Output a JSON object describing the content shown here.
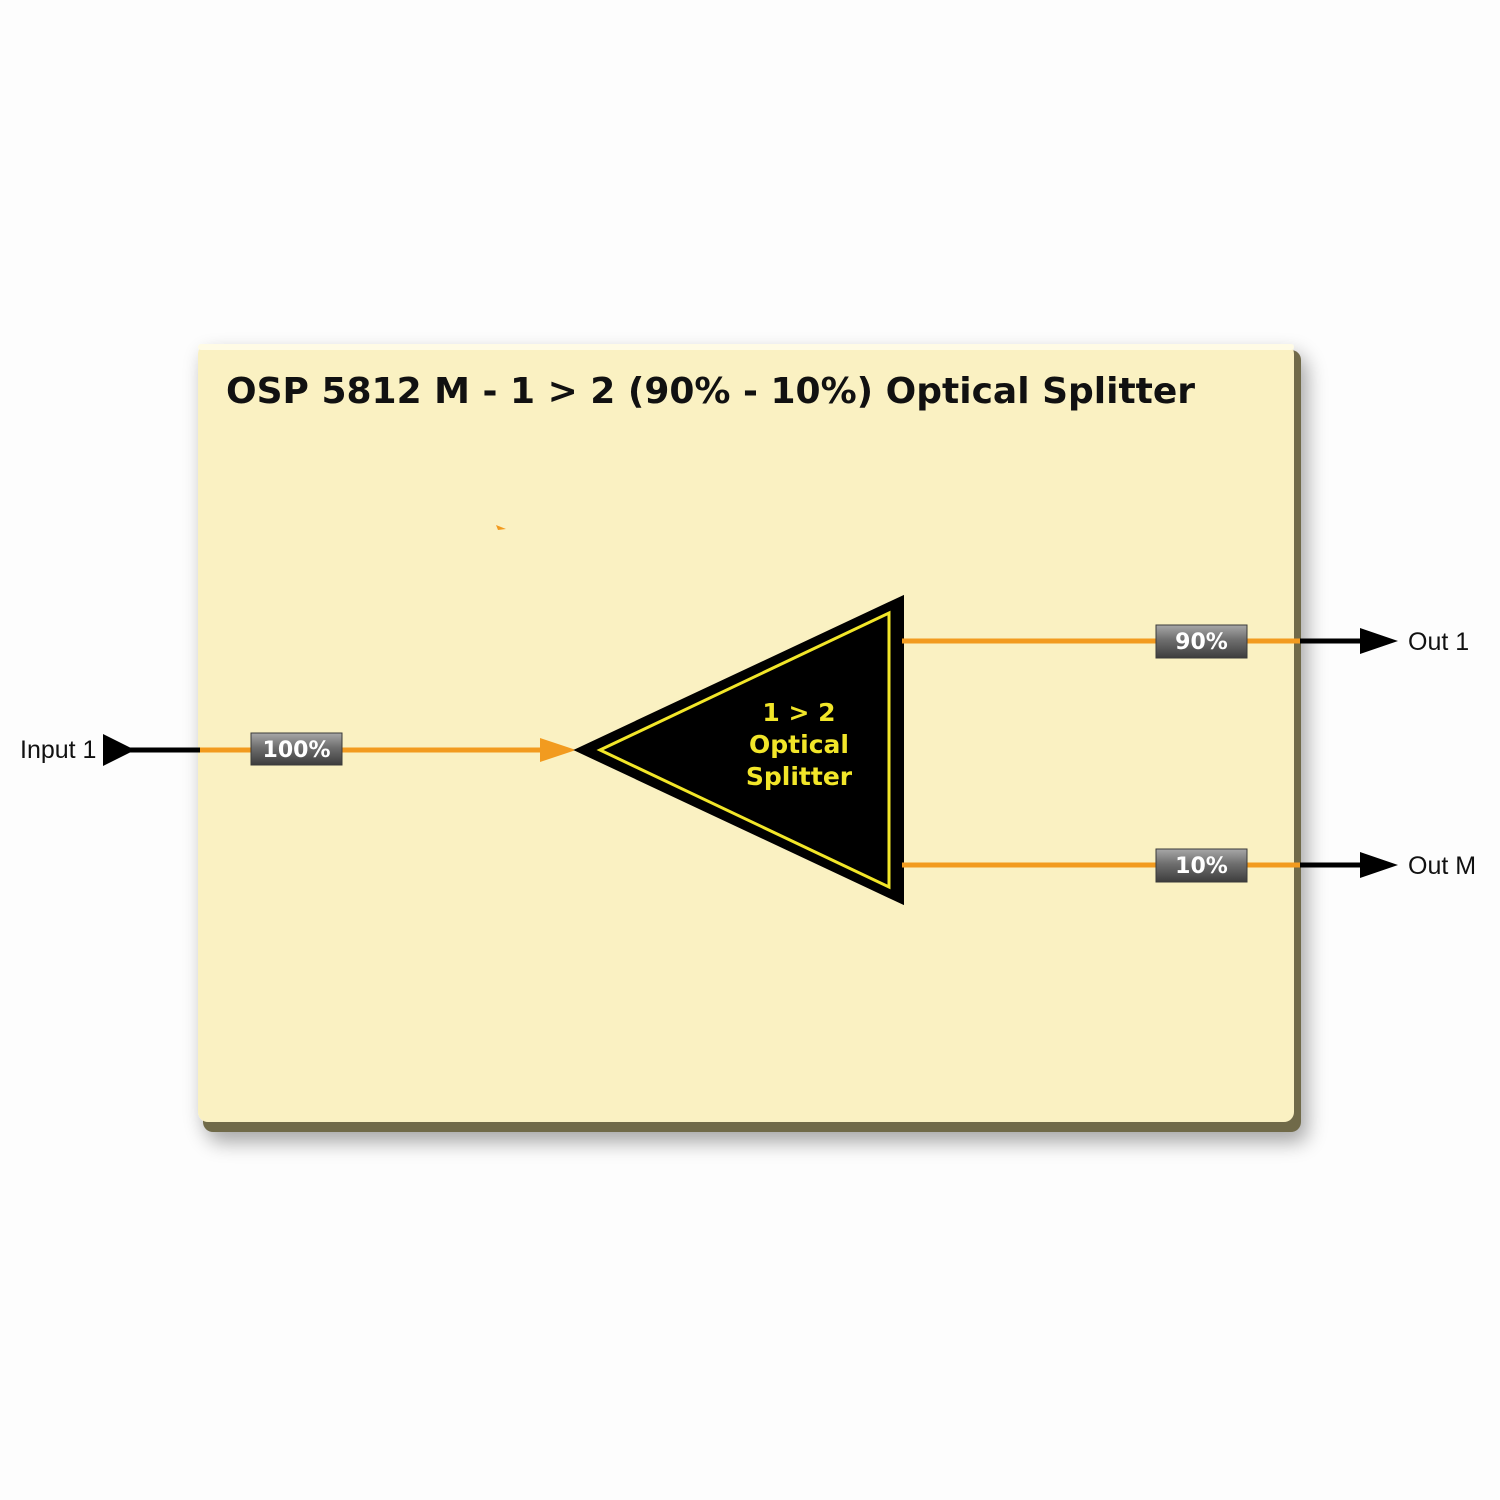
{
  "title": "OSP 5812 M - 1 > 2 (90% - 10%) Optical Splitter",
  "splitter": {
    "line1": "1 > 2",
    "line2": "Optical",
    "line3": "Splitter"
  },
  "input": {
    "label": "Input 1",
    "percent": "100%"
  },
  "outputs": [
    {
      "label": "Out 1",
      "percent": "90%"
    },
    {
      "label": "Out M",
      "percent": "10%"
    }
  ],
  "colors": {
    "panel": "#faf1c2",
    "fiber": "#f29b1f",
    "badge": "#6b6b6b",
    "splitter_body": "#000000",
    "splitter_accent": "#f2e629"
  }
}
